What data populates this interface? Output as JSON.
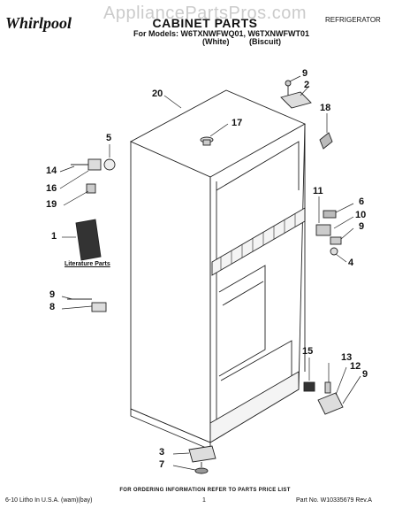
{
  "watermark": "AppliancePartsPros.com",
  "header": {
    "brand": "Whirlpool",
    "title": "CABINET PARTS",
    "category": "REFRIGERATOR",
    "models": "For Models: W6TXNWFWQ01, W6TXNWFWT01",
    "color_1": "(White)",
    "color_2": "(Biscuit)"
  },
  "callouts": {
    "c20": "20",
    "c17": "17",
    "c9a": "9",
    "c2": "2",
    "c18": "18",
    "c5": "5",
    "c14": "14",
    "c16": "16",
    "c19": "19",
    "c1": "1",
    "c11": "11",
    "c6": "6",
    "c10": "10",
    "c9b": "9",
    "c4": "4",
    "c9c": "9",
    "c8": "8",
    "c15": "15",
    "c13": "13",
    "c12": "12",
    "c9d": "9",
    "c3": "3",
    "c7": "7"
  },
  "literature_label": "Literature Parts",
  "order_note": "FOR ORDERING INFORMATION REFER TO PARTS PRICE LIST",
  "footer": {
    "left": "6-10 Litho In U.S.A. (wam)(bay)",
    "center": "1",
    "right": "Part No. W10335679 Rev.A"
  }
}
